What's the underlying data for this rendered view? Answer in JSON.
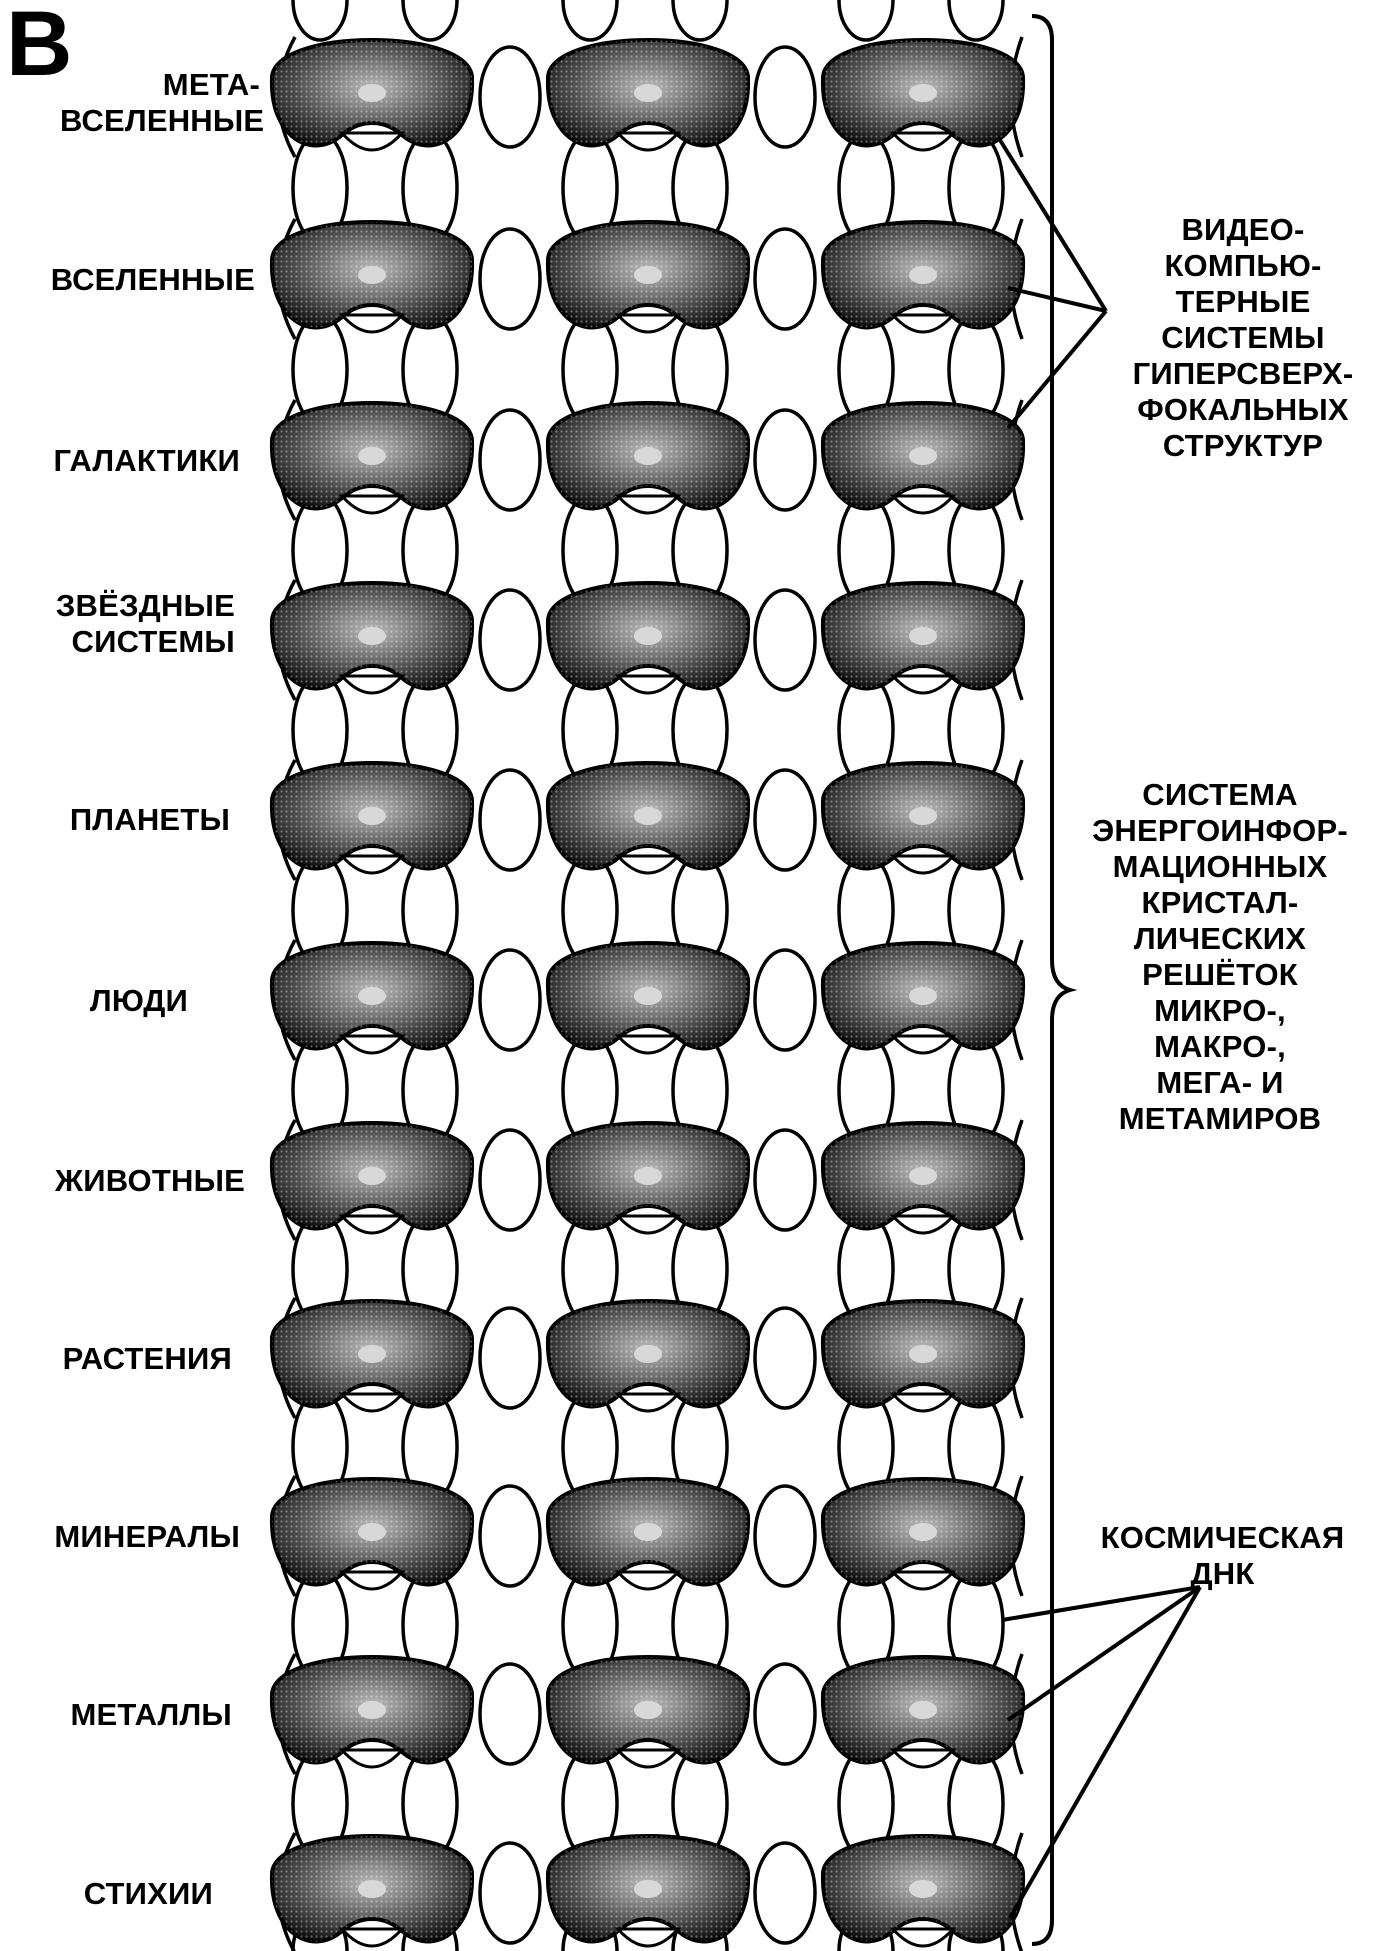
{
  "panel_letter": "В",
  "rows": [
    "МЕТА-\nВСЕЛЕННЫЕ",
    "ВСЕЛЕННЫЕ",
    "ГАЛАКТИКИ",
    "ЗВЁЗДНЫЕ\nСИСТЕМЫ",
    "ПЛАНЕТЫ",
    "ЛЮДИ",
    "ЖИВОТНЫЕ",
    "РАСТЕНИЯ",
    "МИНЕРАЛЫ",
    "МЕТАЛЛЫ",
    "СТИХИИ"
  ],
  "annotations": {
    "video_systems": "ВИДЕО-\nКОМПЬЮ-\nТЕРНЫЕ\nСИСТЕМЫ\nГИПЕРСВЕРХ-\nФОКАЛЬНЫХ\nСТРУКТУР",
    "lattice_system": "СИСТЕМА\nЭНЕРГОИНФОР-\nМАЦИОННЫХ\nКРИСТАЛ-\nЛИЧЕСКИХ\nРЕШЁТОК\nМИКРО-,\nМАКРО-,\nМЕГА-  И\nМЕТАМИРОВ",
    "cosmic_dna": "КОСМИЧЕСКАЯ\nДНК"
  },
  "colors": {
    "ink": "#000000",
    "shade": "#6e6e6e",
    "paper": "#ffffff"
  }
}
